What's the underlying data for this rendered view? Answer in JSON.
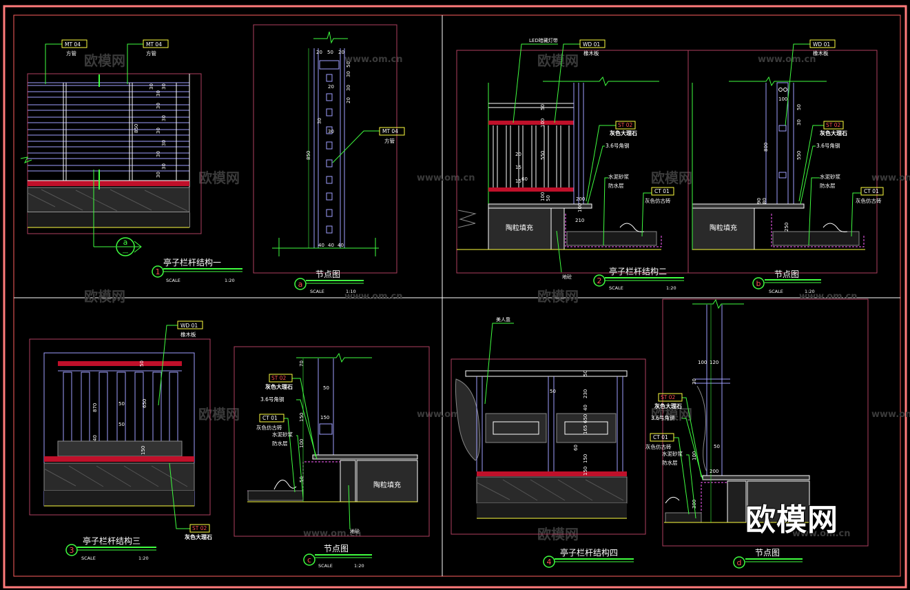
{
  "watermark": {
    "brand": "欧模网",
    "site": "www.om.cn"
  },
  "details": {
    "d1": {
      "number": "1",
      "title": "亭子栏杆结构一",
      "scale_label": "SCALE",
      "scale": "1:20"
    },
    "da": {
      "letter": "a",
      "title": "节点图",
      "scale_label": "SCALE",
      "scale": "1:10"
    },
    "d2": {
      "number": "2",
      "title": "亭子栏杆结构二",
      "scale_label": "SCALE",
      "scale": "1:20"
    },
    "db": {
      "letter": "b",
      "title": "节点图",
      "scale_label": "SCALE",
      "scale": "1:20"
    },
    "d3": {
      "number": "3",
      "title": "亭子栏杆结构三",
      "scale_label": "SCALE",
      "scale": "1:20"
    },
    "dc": {
      "letter": "c",
      "title": "节点图",
      "scale_label": "SCALE",
      "scale": "1:20"
    },
    "d4": {
      "number": "4",
      "title": "亭子栏杆结构四"
    },
    "dd": {
      "letter": "d",
      "title": "节点图"
    }
  },
  "tags": {
    "mt04": "MT 04",
    "wd01": "WD 01",
    "st02": "ST 02",
    "ct01": "CT 01"
  },
  "labels": {
    "square_tube": "方管",
    "wood_board": "橡木板",
    "led": "LED暗藏灯带",
    "grey_marble": "灰色大理石",
    "angle_steel": "3.6号角钢",
    "cement_mortar": "水泥砂浆",
    "waterproof": "防水层",
    "grey_brick": "灰色仿古砖",
    "ceramsite": "陶粒填充",
    "ground": "地砼",
    "meiren_seat": "美人靠"
  },
  "dims": {
    "d1_right": [
      "30",
      "30",
      "30",
      "30",
      "30",
      "30",
      "30",
      "30",
      "30",
      "30"
    ],
    "d1_mid": "850",
    "da_top": [
      "20",
      "50",
      "20"
    ],
    "da_side": [
      "50",
      "30",
      "30",
      "20",
      "30",
      "20",
      "30"
    ],
    "da_total": "850",
    "da_bottom": [
      "40",
      "40",
      "40"
    ],
    "d2": [
      "50",
      "100",
      "20",
      "15",
      "60",
      "15",
      "550",
      "100",
      "50",
      "200",
      "100",
      "210"
    ],
    "db": [
      "100",
      "50",
      "30",
      "800",
      "550",
      "90",
      "80",
      "250"
    ],
    "d3": [
      "50",
      "870",
      "50",
      "50",
      "650",
      "40",
      "150"
    ],
    "dc": [
      "70",
      "50",
      "150",
      "150",
      "100",
      "50"
    ],
    "d4": [
      "50",
      "230",
      "40",
      "650",
      "165",
      "50",
      "60",
      "150",
      "150"
    ],
    "dd": [
      "100",
      "120",
      "30",
      "100",
      "50",
      "200",
      "300"
    ]
  }
}
